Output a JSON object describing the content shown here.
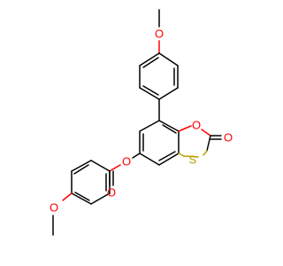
{
  "molecule": {
    "atoms": {
      "methoxy_top_O": "O",
      "ring_O": "O",
      "carbonyl_O_right": "O",
      "ring_S": "S",
      "ester_O": "O",
      "carbonyl_O_left": "O",
      "methoxy_bottom_O": "O"
    }
  },
  "colors": {
    "oxygen": "#ff0000",
    "sulfur": "#b8a000",
    "bond": "#000000",
    "background": "#ffffff"
  }
}
